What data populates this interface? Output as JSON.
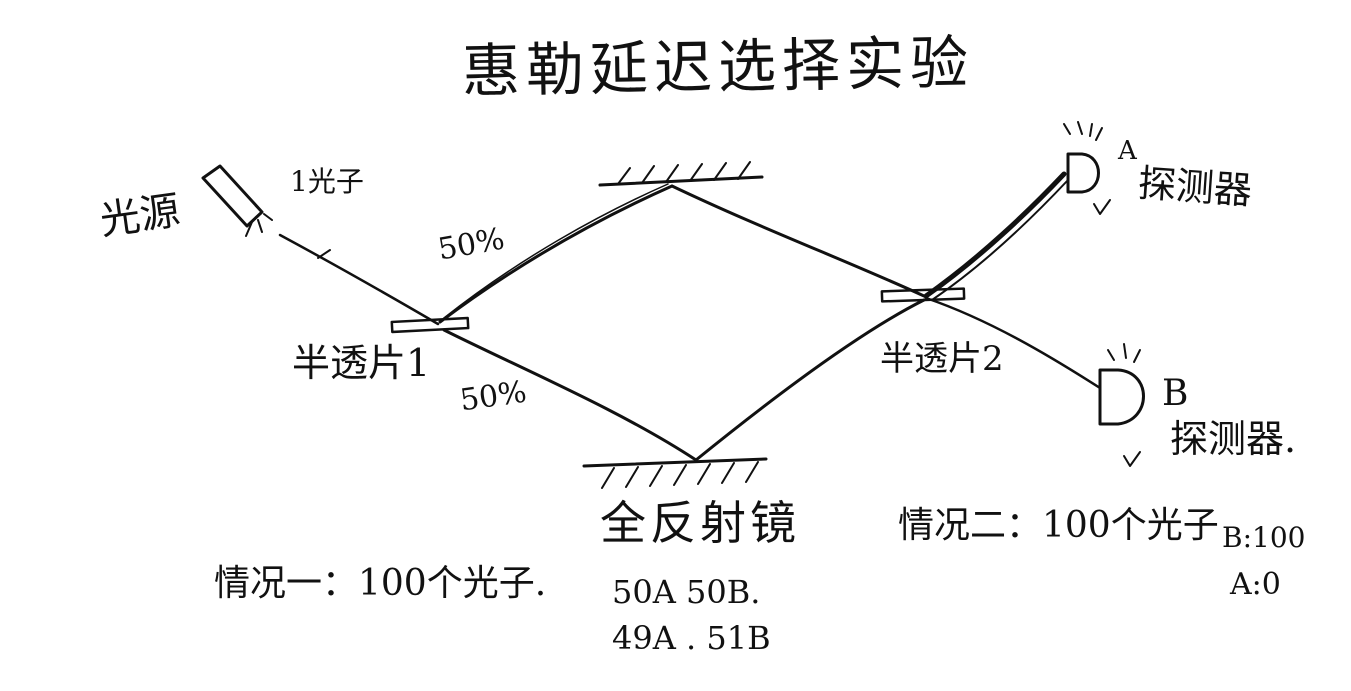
{
  "diagram": {
    "title": "惠勒延迟选择实验",
    "labels": {
      "light_source": "光源",
      "one_photon": "1光子",
      "percent_up": "50%",
      "percent_down": "50%",
      "splitter1": "半透片1",
      "splitter2": "半透片2",
      "mirror": "全反射镜",
      "detector_a_letter": "A",
      "detector_a": "探测器",
      "detector_b_letter": "B",
      "detector_b": "探测器."
    },
    "results": {
      "case1_label": "情况一：100个光子.",
      "case1_line1": "50A  50B.",
      "case1_line2": "49A . 51B",
      "case2_label": "情况二：100个光子",
      "case2_line1": "B:100",
      "case2_line2": "A:0"
    }
  },
  "colors": {
    "ink": "#111111",
    "paper": "#ffffff"
  }
}
